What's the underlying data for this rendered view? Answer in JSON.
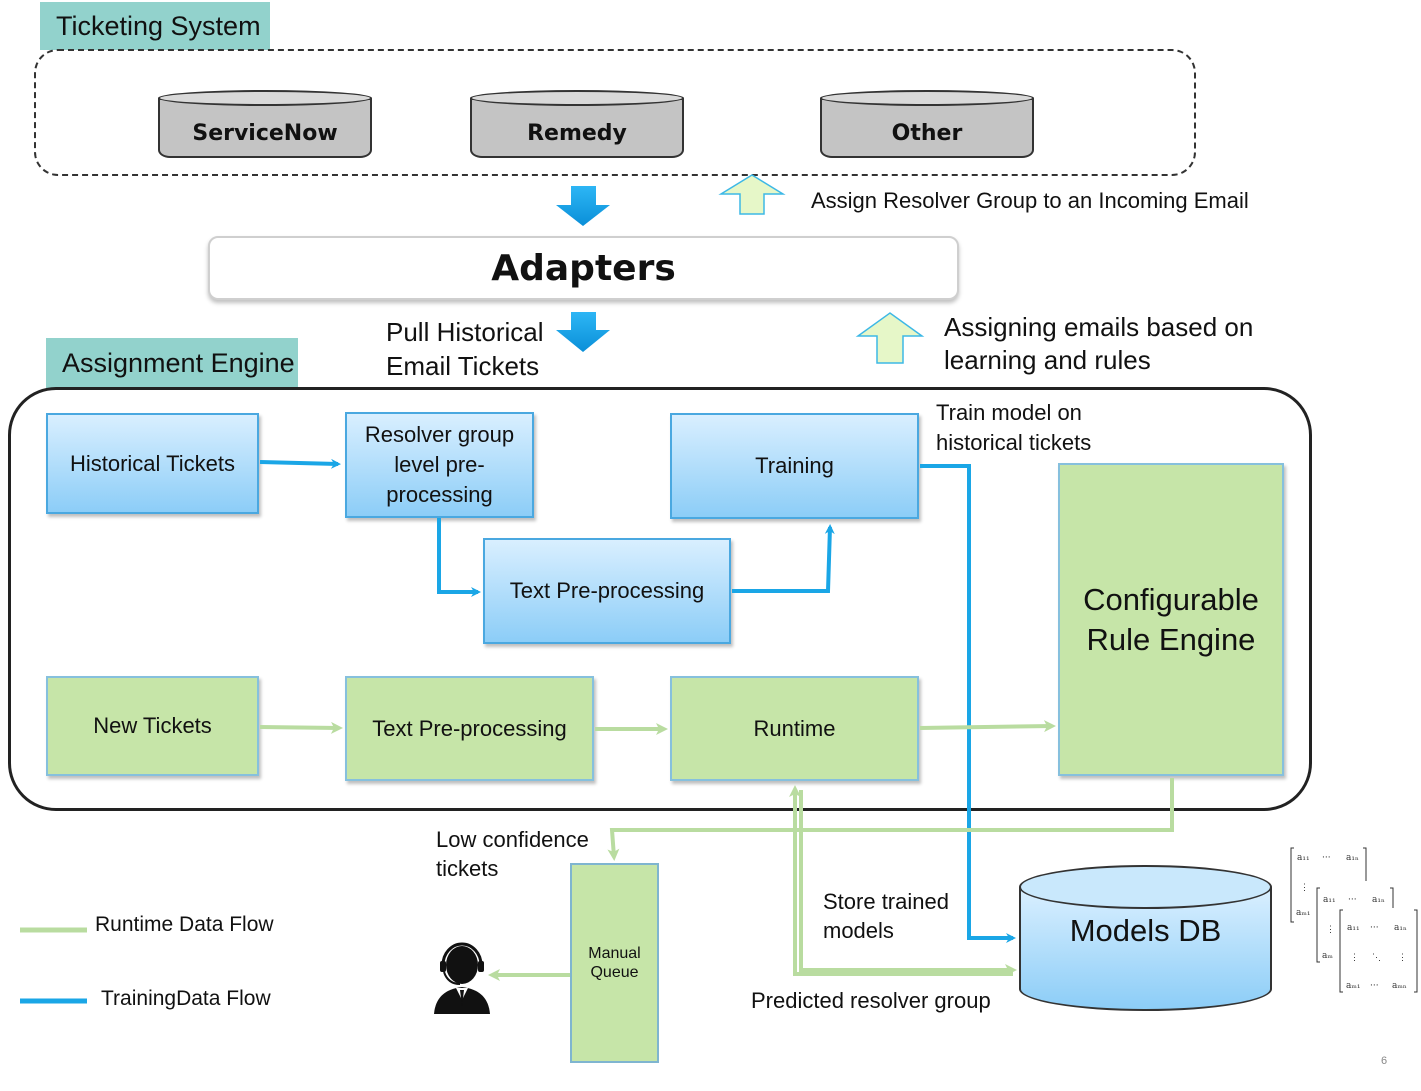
{
  "ticketing": {
    "title": "Ticketing System",
    "systems": [
      "ServiceNow",
      "Remedy",
      "Other"
    ]
  },
  "adapters": {
    "label": "Adapters"
  },
  "flow_labels": {
    "assign_incoming": "Assign Resolver Group to an Incoming Email",
    "pull_historical_1": "Pull Historical",
    "pull_historical_2": "Email Tickets",
    "assigning_1": "Assigning emails based on",
    "assigning_2": "learning and rules",
    "train_model_1": "Train model on",
    "train_model_2": "historical tickets",
    "low_conf_1": "Low confidence",
    "low_conf_2": "tickets",
    "store_1": "Store trained",
    "store_2": "models",
    "predicted": "Predicted resolver group"
  },
  "engine": {
    "title": "Assignment Engine",
    "training_path": {
      "historical": "Historical Tickets",
      "resolver_1": "Resolver group",
      "resolver_2": "level pre-",
      "resolver_3": "processing",
      "text_pre": "Text Pre-processing",
      "training": "Training"
    },
    "runtime_path": {
      "new_tickets": "New Tickets",
      "text_pre": "Text Pre-processing",
      "runtime": "Runtime"
    },
    "rule_engine_1": "Configurable",
    "rule_engine_2": "Rule Engine"
  },
  "manual_queue": {
    "line1": "Manual",
    "line2": "Queue"
  },
  "models_db": "Models DB",
  "legend": {
    "runtime": "Runtime Data Flow",
    "training": "TrainingData Flow"
  },
  "page_number": "6",
  "colors": {
    "training_flow": "#1aa6e6",
    "runtime_flow": "#b9dca0",
    "tab": "#92d2cc",
    "green_box": "#c6e5a8"
  },
  "icons": [
    "support-agent-icon",
    "matrix-icon"
  ]
}
